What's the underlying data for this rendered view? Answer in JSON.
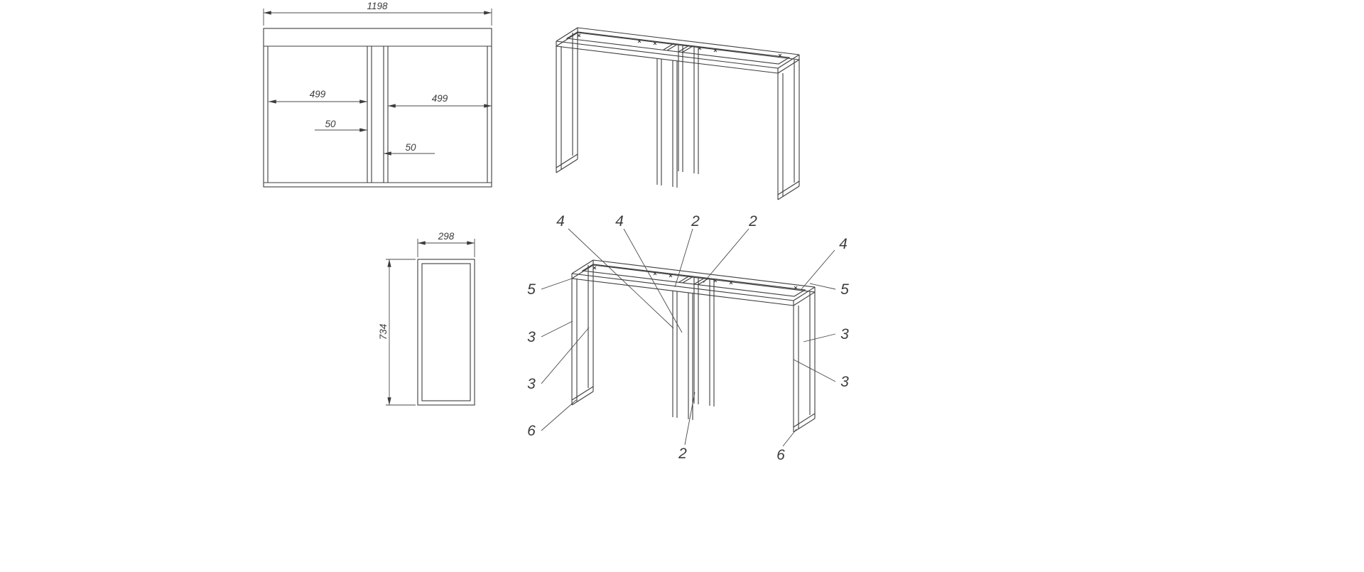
{
  "meta": {
    "background": "#ffffff",
    "line_color": "#3c3c3c"
  },
  "front_view": {
    "dims": {
      "overall_width": "1198",
      "left_span": "499",
      "right_span": "499",
      "post_left": "50",
      "post_right": "50"
    }
  },
  "side_view": {
    "dims": {
      "depth": "298",
      "height": "734"
    }
  },
  "annotated_view": {
    "callouts": {
      "c4a": "4",
      "c4b": "4",
      "c2a": "2",
      "c2b": "2",
      "c4c": "4",
      "c5a": "5",
      "c5b": "5",
      "c3a": "3",
      "c3b": "3",
      "c3c": "3",
      "c3d": "3",
      "c6a": "6",
      "c2c": "2",
      "c6b": "6"
    }
  }
}
